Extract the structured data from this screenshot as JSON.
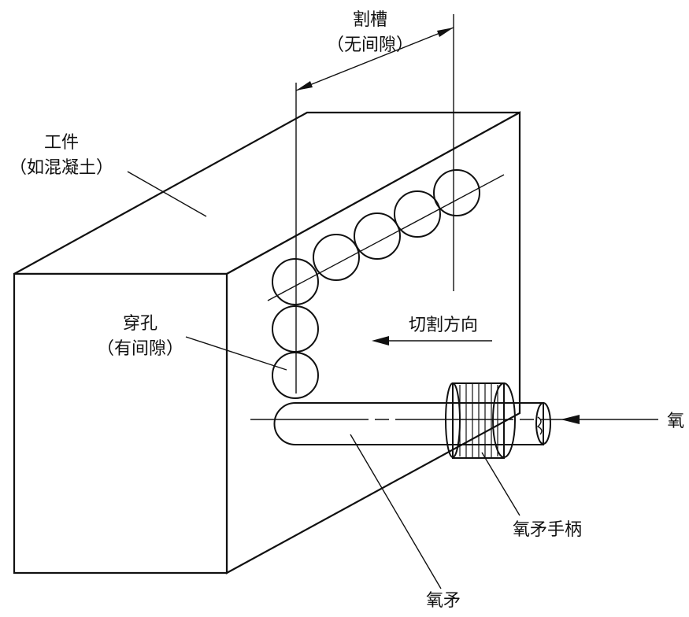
{
  "labels": {
    "workpiece_line1": "工件",
    "workpiece_line2": "（如混凝土）",
    "slot_line1": "割槽",
    "slot_line2": "（无间隙）",
    "hole_line1": "穿孔",
    "hole_line2": "（有间隙）",
    "cut_direction": "切割方向",
    "oxygen": "氧",
    "lance_handle": "氧矛手柄",
    "lance": "氧矛"
  },
  "colors": {
    "stroke": "#111111",
    "background": "#ffffff"
  }
}
